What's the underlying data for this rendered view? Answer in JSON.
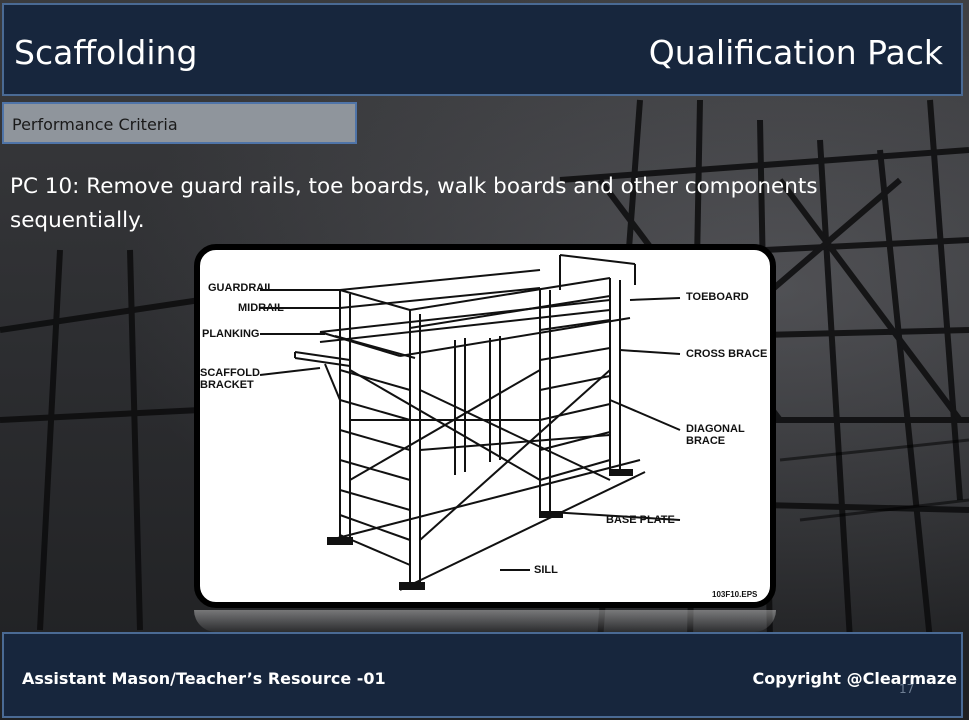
{
  "header": {
    "title": "Scaffolding",
    "right_title": "Qualification Pack"
  },
  "section": {
    "label": "Performance Criteria"
  },
  "content": {
    "pc_text": "PC 10: Remove guard rails, toe boards, walk boards and other components sequentially."
  },
  "figure": {
    "labels": {
      "guardrail": "GUARDRAIL",
      "midrail": "MIDRAIL",
      "planking": "PLANKING",
      "scaffold_bracket": "SCAFFOLD\nBRACKET",
      "toeboard": "TOEBOARD",
      "cross_brace": "CROSS BRACE",
      "diagonal_brace": "DIAGONAL\nBRACE",
      "base_plate": "BASE PLATE",
      "sill": "SILL",
      "code": "103F10.EPS"
    }
  },
  "footer": {
    "left": "Assistant Mason/Teacher’s Resource -01",
    "right": "Copyright @Clearmaze",
    "slide_number": "17"
  }
}
